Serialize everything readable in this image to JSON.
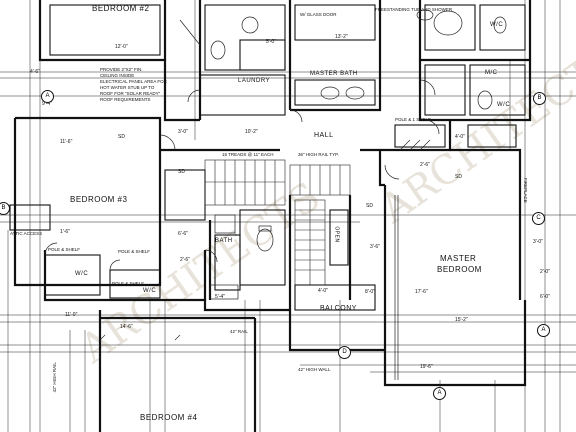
{
  "rooms": {
    "bedroom2": "BEDROOM #2",
    "bedroom3": "BEDROOM #3",
    "bedroom4": "BEDROOM #4",
    "master_bath": "MASTER BATH",
    "master_bedroom_1": "MASTER",
    "master_bedroom_2": "BEDROOM",
    "laundry": "LAUNDRY",
    "hall": "HALL",
    "bath": "BATH",
    "balcony": "BALCONY",
    "wic_1": "W/C",
    "wic_2": "W/C",
    "wic_3": "W/C",
    "wic_4": "W/C",
    "open": "OPEN",
    "mbr": "M/C"
  },
  "notes": {
    "note_1": "PROVIDE 2\"X2\" FIN.",
    "note_2": "CEILING INSIDE",
    "note_3": "ELECTRICAL PANEL AREA FOR",
    "note_4": "HOT WATER STUB UP TO",
    "note_5": "ROOF FOR \"SOLAR READY\"",
    "note_6": "ROOF REQUIREMENTS",
    "stair_note": "15 TREADS @ 11\" EACH",
    "rail_note": "36\" HIGH RAIL TYP.",
    "shower_note": "FREESTANDING TUB AND SHOWER",
    "glass_note": "W/ GLASS DOOR",
    "shelf_1": "POLE & SHELF",
    "shelf_2": "POLE & SHELF",
    "shelf_3": "POLE & SHELF",
    "shelf_4": "POLE & 1 SHELF",
    "rail_1": "42\" RAIL",
    "wall_note": "42\" HIGH WALL",
    "attic": "ATTIC ACCESS",
    "smoke_1": "SD",
    "smoke_2": "SD",
    "smoke_3": "SD",
    "smoke_4": "SD",
    "fireplace": "FIREPLACE",
    "balcony_rail": "42\" HIGH RAIL"
  },
  "dims": {
    "d1": "12'-0\"",
    "d2": "11'-6\"",
    "d3": "4'-6\"",
    "d4": "9'-4\"",
    "d5": "3'-0\"",
    "d6": "10'-2\"",
    "d7": "5'-0\"",
    "d8": "2'-6\"",
    "d9": "13'-2\"",
    "d10": "17'-6\"",
    "d11": "4'-0\"",
    "d12": "3'-6\"",
    "d13": "8'-0\"",
    "d14": "6'-0\"",
    "d15": "15'-2\"",
    "d16": "5'-4\"",
    "d17": "2'-0\"",
    "d18": "14'-6\"",
    "d19": "1'-6\"",
    "d20": "11'-0\"",
    "d21": "6'-6\"",
    "d22": "2'-6\"",
    "d23": "4'-0\"",
    "d24": "19'-6\"",
    "d25": "3'-0\""
  },
  "grid_marks": {
    "a1": "A",
    "a2": "A",
    "a3": "A",
    "b1": "B",
    "b2": "B",
    "c1": "C",
    "d1": "D"
  },
  "watermark": "ARCHITECTS"
}
